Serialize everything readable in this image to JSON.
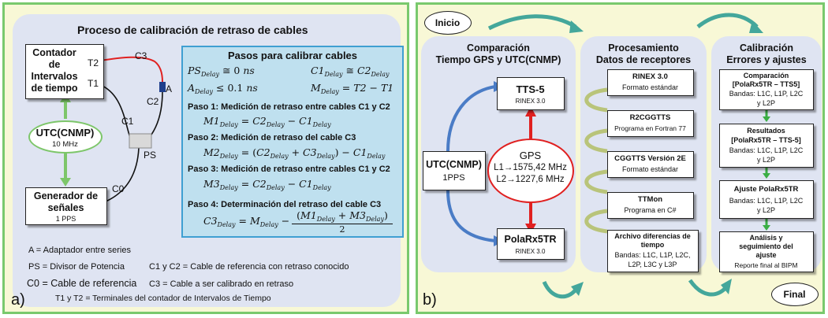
{
  "panel_a": {
    "label": "a)",
    "title": "Proceso de calibración de retraso de cables",
    "counter": {
      "line1": "Contador",
      "line2": "de",
      "line3": "Intervalos",
      "line4": "de tiempo",
      "t2": "T2",
      "t1": "T1"
    },
    "utc": {
      "name": "UTC(CNMP)",
      "freq": "10 MHz"
    },
    "generator": {
      "line1": "Generador de",
      "line2": "señales",
      "pps": "1 PPS"
    },
    "cables": {
      "c3": "C3",
      "c2": "C2",
      "c1": "C1",
      "c0": "C0",
      "a": "A",
      "ps": "PS"
    },
    "steps": {
      "title": "Pasos para calibrar cables",
      "eq_ps": {
        "sym": "PS",
        "sub": "Delay",
        "rel": "≅ 0",
        "unit": "ns"
      },
      "eq_c1c2": {
        "l": "C1",
        "lsub": "Delay",
        "rel": "≅",
        "r": "C2",
        "rsub": "Delay"
      },
      "eq_a": {
        "sym": "A",
        "sub": "Delay",
        "rel": "≤ 0.1",
        "unit": "ns"
      },
      "eq_m": {
        "sym": "M",
        "sub": "Delay",
        "rhs": "= T2 − T1"
      },
      "step1": {
        "title": "Paso 1: Medición de retraso entre cables C1 y C2",
        "lhs": "M1",
        "a": "C2",
        "b": "C1",
        "sub": "Delay"
      },
      "step2": {
        "title": "Paso 2: Medición de retraso del cable C3",
        "lhs": "M2",
        "a": "C2",
        "b": "C3",
        "c": "C1",
        "sub": "Delay"
      },
      "step3": {
        "title": "Paso 3: Medición de retraso entre cables C1 y C2",
        "lhs": "M3",
        "a": "C2",
        "b": "C1",
        "sub": "Delay"
      },
      "step4": {
        "title": "Paso 4: Determinación del retraso del cable C3",
        "lhs": "C3",
        "m": "M",
        "n1": "M1",
        "n2": "M3",
        "den": "2",
        "sub": "Delay"
      }
    },
    "legend": {
      "a": "A = Adaptador  entre series",
      "ps": "PS = Divisor de Potencia",
      "c1c2": "C1 y C2 = Cable de referencia con retraso conocido",
      "c0": "C0 = Cable de referencia",
      "c3": "C3 = Cable a ser calibrado en retraso",
      "t1t2": "T1 y T2 = Terminales del contador de Intervalos de Tiempo"
    }
  },
  "panel_b": {
    "label": "b)",
    "start": "Inicio",
    "end": "Final",
    "col1": {
      "title1": "Comparación",
      "title2": "Tiempo GPS y UTC(CNMP)",
      "tts5": {
        "name": "TTS-5",
        "sub": "RINEX 3.0"
      },
      "gps": {
        "name": "GPS",
        "l1": "L1→1575,42 MHz",
        "l2": "L2→1227,6 MHz"
      },
      "utc": {
        "name": "UTC(CNMP)",
        "sub": "1PPS"
      },
      "polarx": {
        "name": "PolaRx5TR",
        "sub": "RINEX 3.0"
      }
    },
    "col2": {
      "title1": "Procesamiento",
      "title2": "Datos de receptores",
      "boxes": [
        {
          "name": "RINEX 3.0",
          "sub": "Formato estándar"
        },
        {
          "name": "R2CGGTTS",
          "sub": "Programa en Fortran 77"
        },
        {
          "name": "CGGTTS Versión 2E",
          "sub": "Formato estándar"
        },
        {
          "name": "TTMon",
          "sub": "Programa en C#"
        }
      ],
      "archive": {
        "l1": "Archivo diferencias de",
        "l2": "tiempo",
        "b1": "Bandas: L1C, L1P, L2C,",
        "b2": "L2P, L3C y L3P"
      }
    },
    "col3": {
      "title1": "Calibración",
      "title2": "Errores y ajustes",
      "box1": {
        "l1": "Comparación",
        "l2": "[PolaRx5TR – TTS5]",
        "b1": "Bandas: L1C, L1P, L2C",
        "b2": "y L2P"
      },
      "box2": {
        "l1": "Resultados",
        "l2": "[PolaRx5TR – TTS-5]",
        "b1": "Bandas: L1C, L1P, L2C",
        "b2": "y L2P"
      },
      "box3": {
        "l1": "Ajuste PolaRx5TR",
        "b1": "Bandas: L1C, L1P, L2C",
        "b2": "y L2P"
      },
      "box4": {
        "l1": "Análisis y",
        "l2": "seguimiento del",
        "l3": "ajuste",
        "b1": "Reporte final al BIPM"
      }
    }
  }
}
